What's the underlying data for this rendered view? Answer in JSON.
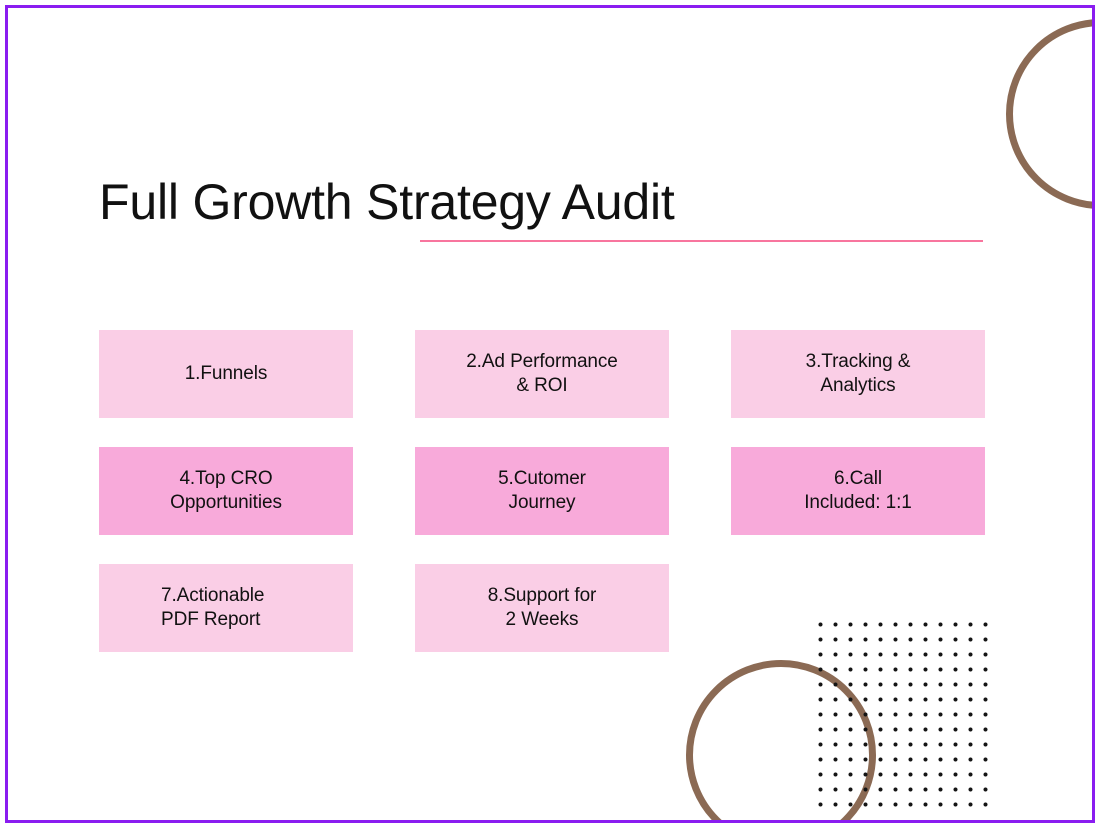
{
  "slide": {
    "title": "Full Growth Strategy Audit",
    "frame_color": "#8A1CF0",
    "underline_color": "#F8759E",
    "background_color": "#FFFFFF"
  },
  "palette": {
    "card_light": "#FACEE6",
    "card_dark": "#F8AADA",
    "decor_brown": "#8B6A54",
    "dot_color": "#151515",
    "text_color": "#111111"
  },
  "decorations": [
    {
      "name": "circle-top-right",
      "shape": "circle-outline",
      "color": "#8B6A54"
    },
    {
      "name": "circle-bottom",
      "shape": "circle-outline",
      "color": "#8B6A54"
    },
    {
      "name": "dot-grid",
      "shape": "dot-grid",
      "color": "#151515",
      "columns": 12,
      "rows": 13
    }
  ],
  "cards": [
    {
      "number": "1",
      "label": "1.Funnels",
      "tone": "light",
      "align": "center"
    },
    {
      "number": "2",
      "label": "2.Ad Performance\n& ROI",
      "tone": "light",
      "align": "center"
    },
    {
      "number": "3",
      "label": "3.Tracking &\nAnalytics",
      "tone": "light",
      "align": "center"
    },
    {
      "number": "4",
      "label": "4.Top CRO\nOpportunities",
      "tone": "dark",
      "align": "center"
    },
    {
      "number": "5",
      "label": "5.Cutomer\nJourney",
      "tone": "dark",
      "align": "center"
    },
    {
      "number": "6",
      "label": "6.Call\nIncluded: 1:1",
      "tone": "dark",
      "align": "center"
    },
    {
      "number": "7",
      "label": "7.Actionable\nPDF Report",
      "tone": "light",
      "align": "left"
    },
    {
      "number": "8",
      "label": "8.Support for\n2 Weeks",
      "tone": "light",
      "align": "center"
    },
    {
      "number": "",
      "label": "",
      "tone": "empty",
      "align": "center"
    }
  ]
}
